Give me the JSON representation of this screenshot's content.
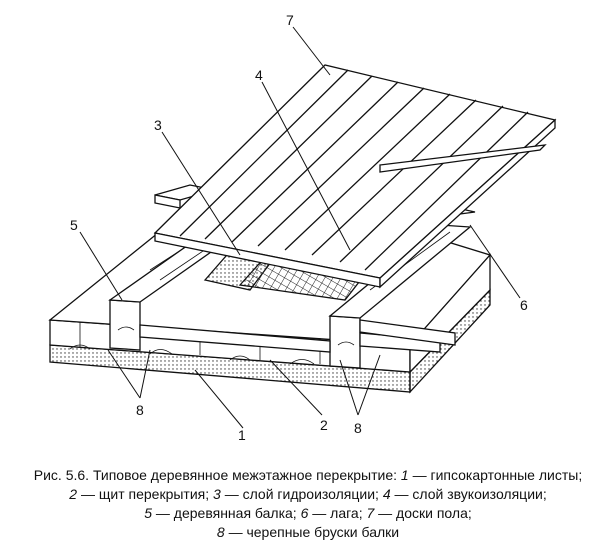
{
  "figure": {
    "labels": [
      "1",
      "2",
      "3",
      "4",
      "5",
      "6",
      "7",
      "8",
      "8"
    ],
    "caption": {
      "prefix": "Рис. 5.6. Типовое деревянное межэтажное перекрытие:",
      "items": [
        {
          "num": "1",
          "text": " — гипсокартонные листы;"
        },
        {
          "num": "2",
          "text": " — щит перекрытия;"
        },
        {
          "num": "3",
          "text": " — слой гидроизоляции;"
        },
        {
          "num": "4",
          "text": " — слой звукоизоляции;"
        },
        {
          "num": "5",
          "text": " — деревянная балка;"
        },
        {
          "num": "6",
          "text": " — лага;"
        },
        {
          "num": "7",
          "text": " — доски пола;"
        },
        {
          "num": "8",
          "text": " — черепные бруски балки"
        }
      ]
    }
  }
}
